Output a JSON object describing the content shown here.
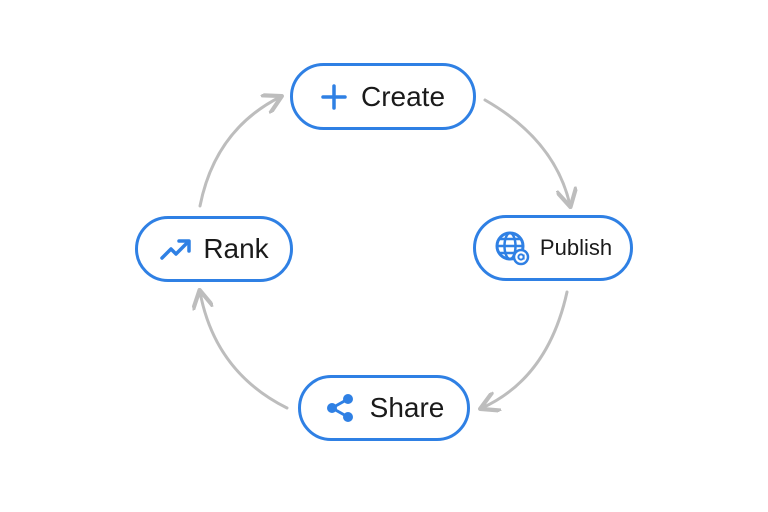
{
  "diagram": {
    "type": "cycle",
    "accent_color": "#2f80e4",
    "arrow_color": "#bdbdbd",
    "nodes": [
      {
        "id": "create",
        "label": "Create",
        "icon": "plus-icon"
      },
      {
        "id": "publish",
        "label": "Publish",
        "icon": "globe-icon"
      },
      {
        "id": "share",
        "label": "Share",
        "icon": "share-icon"
      },
      {
        "id": "rank",
        "label": "Rank",
        "icon": "trending-up-icon"
      }
    ],
    "edges": [
      {
        "from": "create",
        "to": "publish"
      },
      {
        "from": "publish",
        "to": "share"
      },
      {
        "from": "share",
        "to": "rank"
      },
      {
        "from": "rank",
        "to": "create"
      }
    ]
  }
}
